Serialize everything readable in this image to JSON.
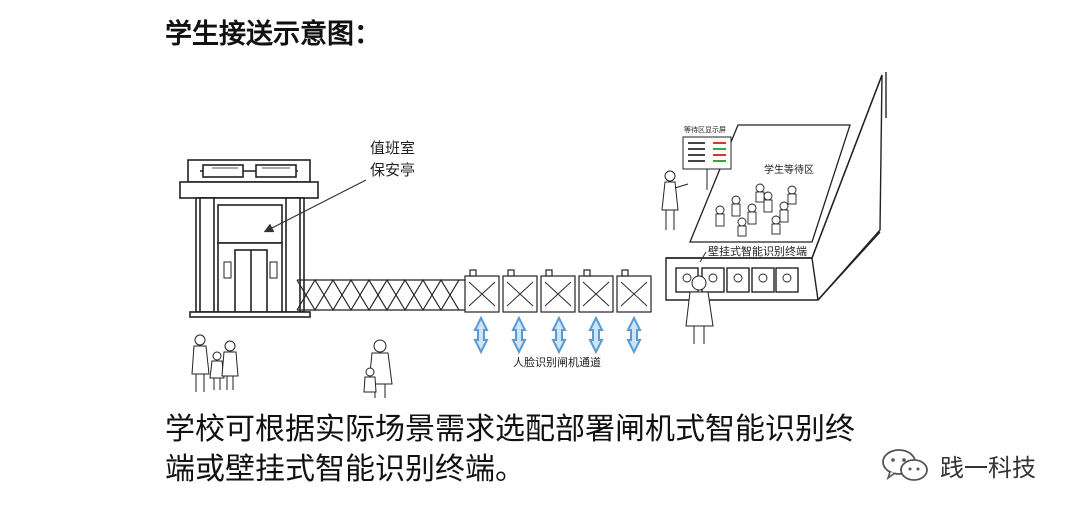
{
  "title": "学生接送示意图：",
  "labels": {
    "guard_room_line1": "值班室",
    "guard_room_line2": "保安亭",
    "waiting_display": "等待区显示屏",
    "waiting_area": "学生等待区",
    "wall_terminal": "壁挂式智能识别终端",
    "gate_channel": "人脸识别闸机通道"
  },
  "caption": {
    "line1": "学校可根据实际场景需求选配部署闸机式智能识别终",
    "line2": "端或壁挂式智能识别终端。"
  },
  "watermark": {
    "text": "践一科技",
    "logo": "wechat-logo-icon"
  }
}
